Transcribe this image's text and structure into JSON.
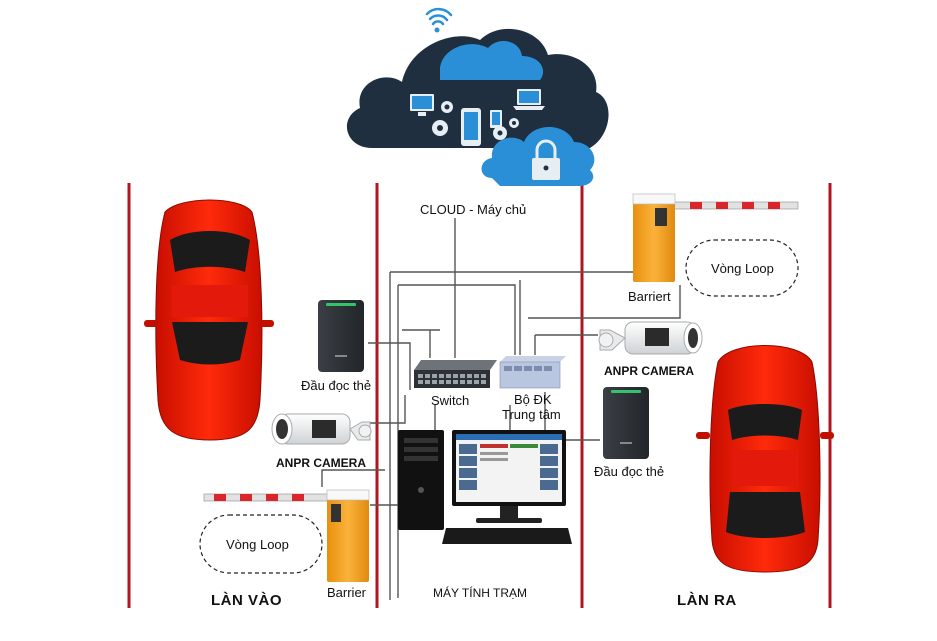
{
  "labels": {
    "cloud": "CLOUD - Máy chủ",
    "barrier_out": "Barriert",
    "loop_out": "Vòng Loop",
    "camera_out": "ANPR CAMERA",
    "reader_out": "Đầu đọc thẻ",
    "reader_in": "Đầu đọc thẻ",
    "camera_in": "ANPR CAMERA",
    "loop_in": "Vòng Loop",
    "barrier_in": "Barrier",
    "switch": "Switch",
    "controller_line1": "Bộ ĐK",
    "controller_line2": "Trung tâm",
    "pc": "MÁY TÍNH TRẠM",
    "lane_in": "LÀN VÀO",
    "lane_out": "LÀN RA"
  },
  "colors": {
    "lane_line": "#b01622",
    "car_body": "#ff1a00",
    "cloud_dark": "#1f2f3f",
    "cloud_blue": "#2a8fd6",
    "barrier_orange": "#f4a21e",
    "wire": "#555555"
  },
  "icons": [
    "wifi-icon",
    "monitor-icon",
    "gear-icon",
    "smartphone-icon",
    "laptop-icon",
    "lock-icon"
  ]
}
